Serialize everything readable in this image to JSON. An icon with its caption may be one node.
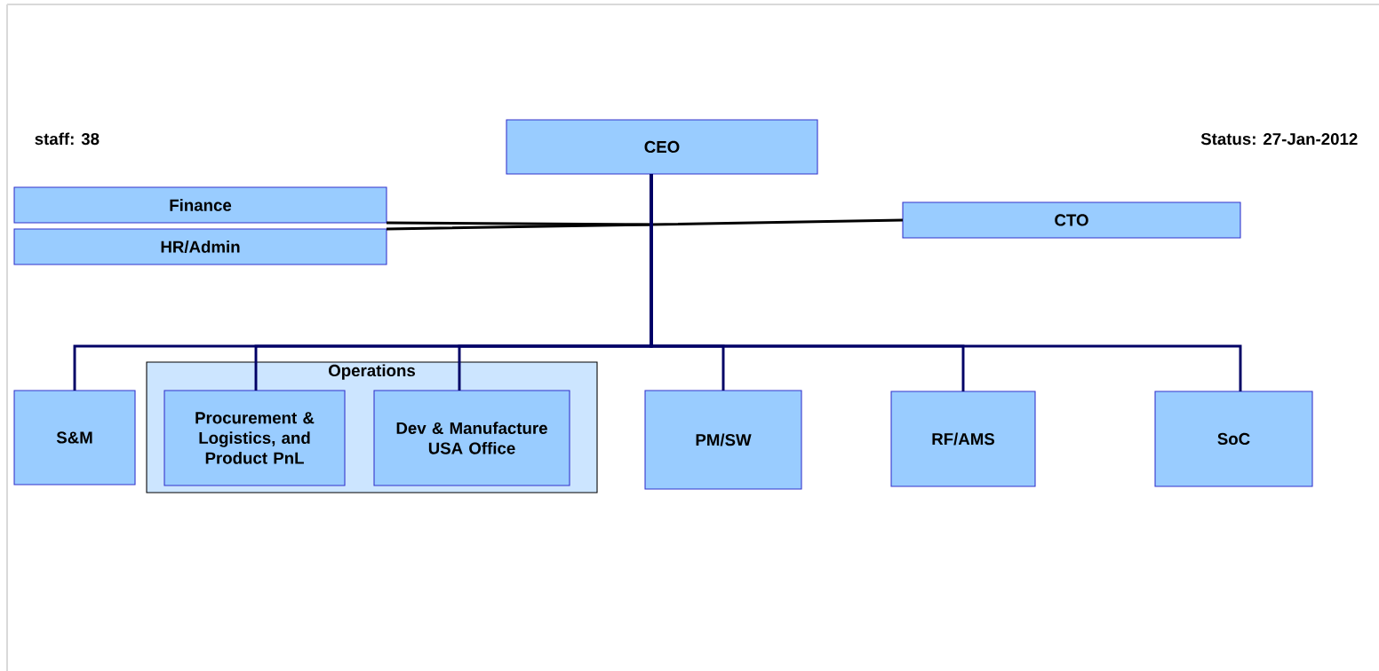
{
  "diagram": {
    "nodes": [
      {
        "text": [
          "CEO"
        ]
      },
      {
        "text": [
          "Finance"
        ]
      },
      {
        "text": [
          "HR/Admin"
        ]
      },
      {
        "text": [
          "CTO"
        ]
      },
      {
        "text": [
          "S&M"
        ]
      },
      {
        "text": [
          "Operations"
        ]
      },
      {
        "text": [
          "Procurement & Logistics, and Product PnL"
        ],
        "in": 5
      },
      {
        "text": [
          "Dev & Manufacture USA Office"
        ],
        "in": 5
      },
      {
        "text": [
          "PM/SW"
        ]
      },
      {
        "text": [
          "RF/AMS"
        ]
      },
      {
        "text": [
          "SoC"
        ]
      }
    ],
    "edges": [
      {
        "from": 0,
        "to": 1,
        "arrow": "none",
        "color": "#000000"
      },
      {
        "from": 0,
        "to": 2,
        "arrow": "none",
        "color": "#000000"
      },
      {
        "from": 0,
        "to": 3,
        "arrow": "none",
        "color": "#000000"
      },
      {
        "from": 0,
        "to": 4,
        "arrow": "none"
      },
      {
        "from": 0,
        "to": 6,
        "arrow": "none"
      },
      {
        "from": 0,
        "to": 7,
        "arrow": "none"
      },
      {
        "from": 0,
        "to": 8,
        "arrow": "none"
      },
      {
        "from": 0,
        "to": 9,
        "arrow": "none"
      },
      {
        "from": 0,
        "to": 10,
        "arrow": "none"
      }
    ],
    "labels": [
      "staff: 38",
      "Status: 27-Jan-2012"
    ]
  }
}
